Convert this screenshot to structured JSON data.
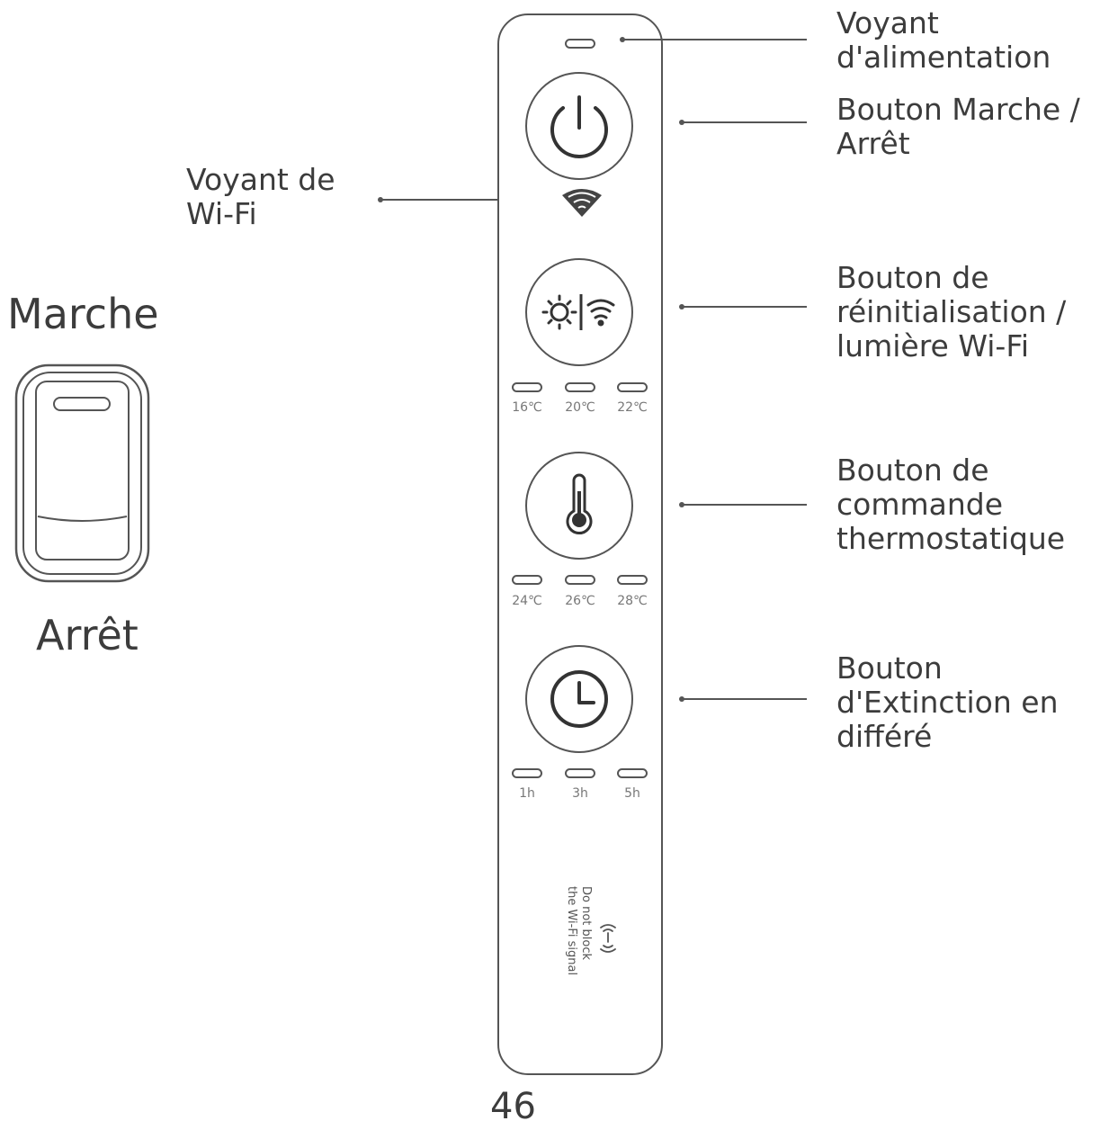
{
  "labels": {
    "power_light": [
      "Voyant",
      "d'alimentation"
    ],
    "power_button": [
      "Bouton Marche /",
      "Arrêt"
    ],
    "wifi_light": [
      "Voyant de",
      "Wi-Fi"
    ],
    "reset_button": [
      "Bouton de",
      "réinitialisation /",
      "lumière Wi-Fi"
    ],
    "thermostat_button": [
      "Bouton de",
      "commande",
      "thermostatique"
    ],
    "timer_button": [
      "Bouton",
      "d'Extinction en",
      "différé"
    ]
  },
  "switch": {
    "on_label": "Marche",
    "off_label": "Arrêt"
  },
  "temp_row_1": [
    "16℃",
    "20℃",
    "22℃"
  ],
  "temp_row_2": [
    "24℃",
    "26℃",
    "28℃"
  ],
  "timer_row": [
    "1h",
    "3h",
    "5h"
  ],
  "panel_note": [
    "Do not block",
    "the Wi-Fi signal"
  ],
  "page_number": "46",
  "icons": [
    "power-icon",
    "wifi-icon",
    "sun-icon",
    "thermometer-icon",
    "clock-icon",
    "signal-icon"
  ]
}
